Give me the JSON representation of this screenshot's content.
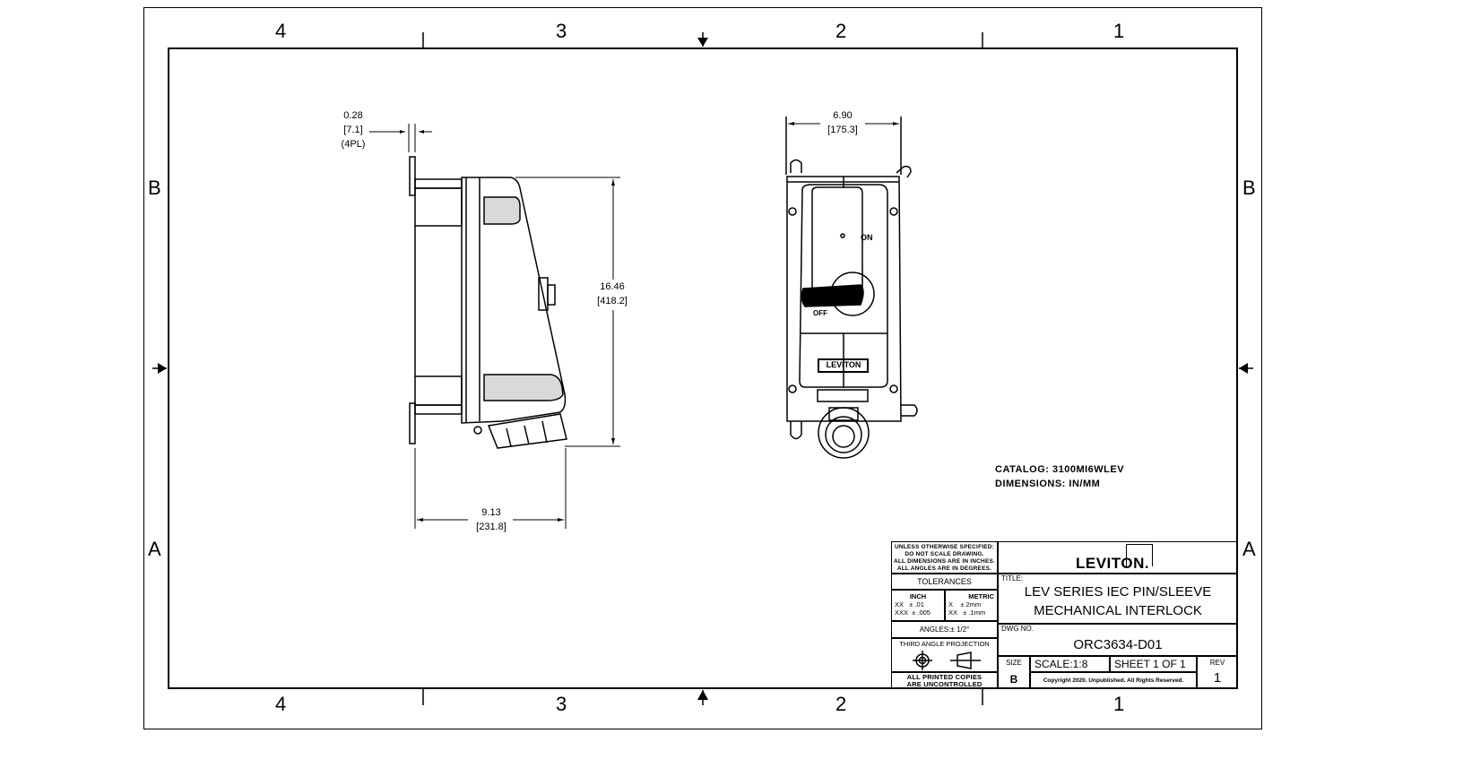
{
  "sheet": {
    "zones_top": [
      "4",
      "3",
      "2",
      "1"
    ],
    "zones_bottom": [
      "4",
      "3",
      "2",
      "1"
    ],
    "zones_left": [
      "B",
      "A"
    ],
    "zones_right": [
      "B",
      "A"
    ]
  },
  "side_view": {
    "flange_dim": {
      "inch": "0.28",
      "mm": "[7.1]",
      "qty": "(4PL)"
    },
    "height_dim": {
      "inch": "16.46",
      "mm": "[418.2]"
    },
    "depth_dim": {
      "inch": "9.13",
      "mm": "[231.8]"
    }
  },
  "front_view": {
    "width_dim": {
      "inch": "6.90",
      "mm": "[175.3]"
    },
    "on_label": "ON",
    "off_label": "OFF",
    "brand_label": "LEVITON"
  },
  "notes": {
    "catalog": "CATALOG: 3100MI6WLEV",
    "dimensions": "DIMENSIONS: IN/MM"
  },
  "title_block": {
    "general_notes": [
      "UNLESS OTHERWISE SPECIFIED:",
      "DO NOT SCALE DRAWING.",
      "ALL DIMENSIONS ARE IN INCHES.",
      "ALL ANGLES ARE IN DEGREES."
    ],
    "tolerances_label": "TOLERANCES",
    "inch_label": "INCH",
    "metric_label": "METRIC",
    "inch_tol": [
      "XX   ± .01",
      "XXX  ± .005"
    ],
    "metric_tol": [
      "X    ± 2mm",
      "XX   ± .1mm"
    ],
    "angles": "ANGLES:± 1/2°",
    "projection": "THIRD ANGLE PROJECTION",
    "printed_copies": [
      "ALL PRINTED COPIES",
      "ARE UNCONTROLLED"
    ],
    "logo": "LEVITON.",
    "title_label": "TITLE:",
    "title_lines": [
      "LEV SERIES IEC PIN/SLEEVE",
      "MECHANICAL INTERLOCK"
    ],
    "dwg_label": "DWG NO.",
    "dwg_no": "ORC3634-D01",
    "size_label": "SIZE",
    "size": "B",
    "scale": "SCALE:1:8",
    "sheet": "SHEET 1 OF 1",
    "copyright": "Copyright 2020. Unpublished. All Rights Reserved.",
    "rev_label": "REV",
    "rev": "1"
  }
}
